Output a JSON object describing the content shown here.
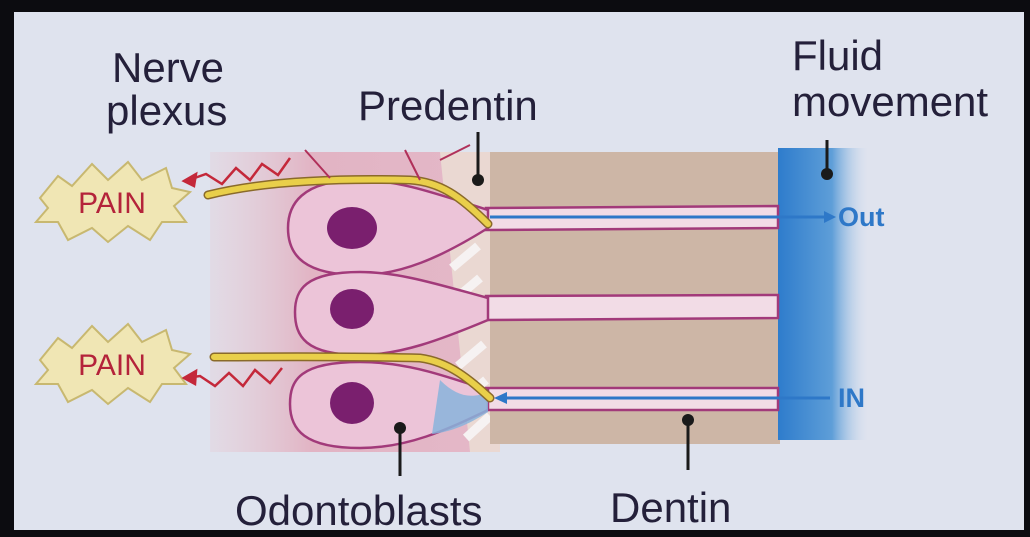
{
  "labels": {
    "nerve_plexus_line1": "Nerve",
    "nerve_plexus_line2": "plexus",
    "predentin": "Predentin",
    "fluid_line1": "Fluid",
    "fluid_line2": "movement",
    "odontoblasts": "Odontoblasts",
    "dentin": "Dentin"
  },
  "pain_labels": [
    "PAIN",
    "PAIN"
  ],
  "flow": {
    "out": "Out",
    "in": "IN"
  },
  "colors": {
    "background": "#dfe3ee",
    "pulp": "#e2b4c2",
    "dentin": "#cdb6a6",
    "cell_fill": "#ecc4d8",
    "cell_outline": "#a23a7a",
    "nucleus": "#7a1f6e",
    "nerve": "#e9cf4a",
    "fluid": "#2e78c8",
    "pain_text": "#b4233a",
    "pain_burst": "#f0e6b4",
    "nerve_signal": "#c4283a"
  }
}
